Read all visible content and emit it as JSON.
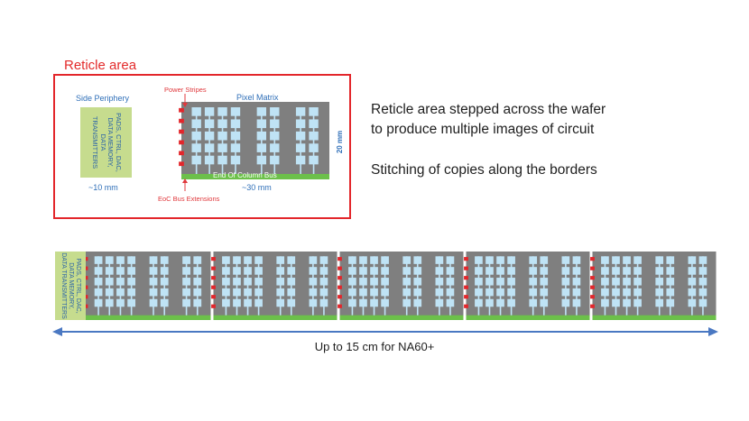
{
  "reticle": {
    "title": "Reticle area",
    "side_periphery_label": "Side Periphery",
    "periphery_lines": [
      "PADS, CTRL, DAC,",
      "DATA MEMORY,",
      "DATA TRANSMITTERS"
    ],
    "periphery_size": "~10 mm",
    "power_stripes_label": "Power Stripes",
    "pixel_matrix_label": "Pixel Matrix",
    "eoc_bus_label": "End Of Column Bus",
    "matrix_width": "~30 mm",
    "matrix_height": "20 mm",
    "eoc_ext_label": "EoC Bus Extensions"
  },
  "description": {
    "line1": "Reticle area stepped across the wafer",
    "line2": "to produce multiple images of circuit",
    "line3": "Stitching of copies along the borders"
  },
  "strip": {
    "periphery_lines": [
      "PADS, CTRL, DAC,",
      "DATA MEMORY,",
      "DATA TRANSMITTERS"
    ],
    "copies": 5,
    "length_label": "Up to 15 cm for NA60+"
  },
  "colors": {
    "reticle_red": "#e3262b",
    "pixel_gray": "#7f7f7f",
    "pixel_cell": "#bfe3f5",
    "bus_green": "#6cc04a",
    "periphery_green": "#c6dc8e",
    "label_blue": "#2f6fb8",
    "arrow_blue": "#4a78c2"
  }
}
